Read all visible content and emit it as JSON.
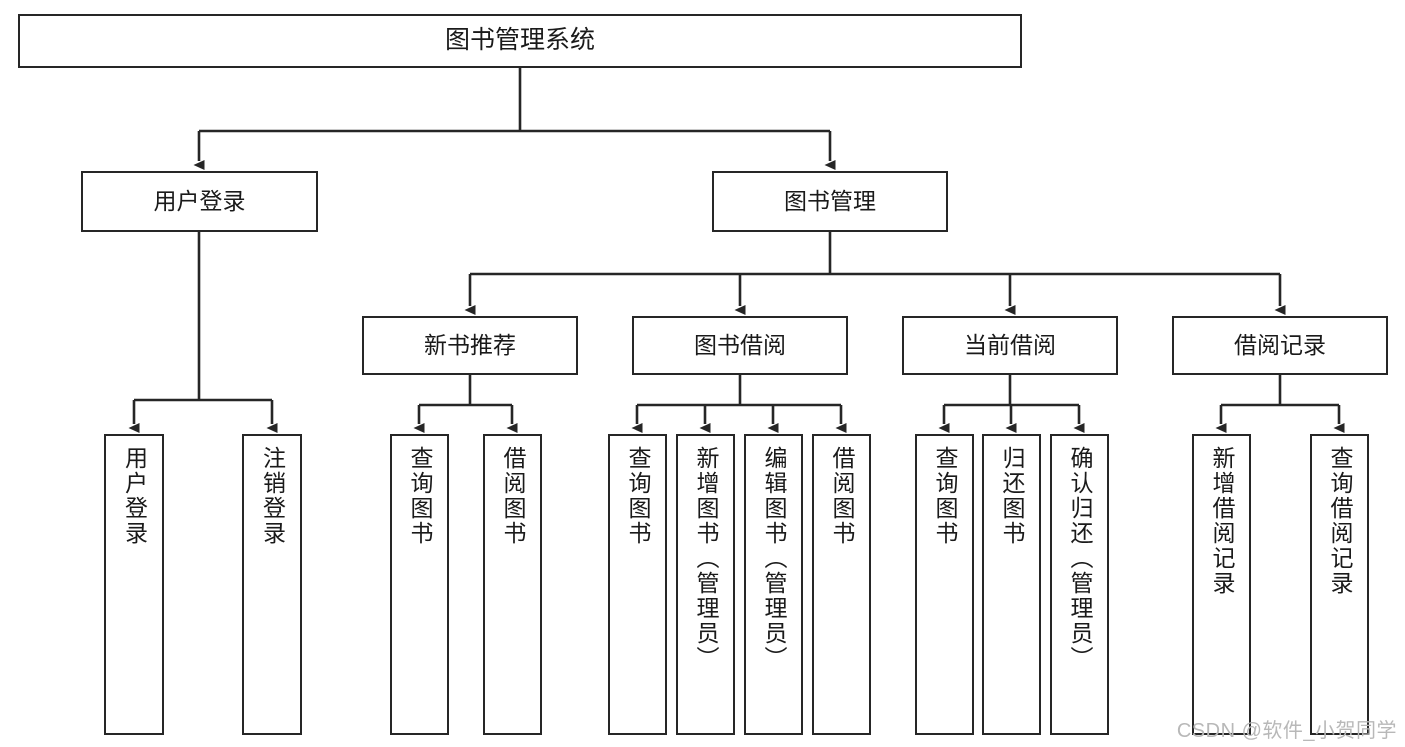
{
  "diagram": {
    "title": "图书管理系统",
    "type": "tree",
    "root": {
      "label": "图书管理系统"
    },
    "level2": [
      {
        "label": "用户登录"
      },
      {
        "label": "图书管理"
      }
    ],
    "level3": [
      {
        "label": "新书推荐"
      },
      {
        "label": "图书借阅"
      },
      {
        "label": "当前借阅"
      },
      {
        "label": "借阅记录"
      }
    ],
    "leaves": {
      "user_login": [
        {
          "label": "用户登录"
        },
        {
          "label": "注销登录"
        }
      ],
      "new_book_recommend": [
        {
          "label": "查询图书"
        },
        {
          "label": "借阅图书"
        }
      ],
      "book_borrow": [
        {
          "label": "查询图书"
        },
        {
          "label": "新增图书（管理员）"
        },
        {
          "label": "编辑图书（管理员）"
        },
        {
          "label": "借阅图书"
        }
      ],
      "current_borrow": [
        {
          "label": "查询图书"
        },
        {
          "label": "归还图书"
        },
        {
          "label": "确认归还（管理员）"
        }
      ],
      "borrow_record": [
        {
          "label": "新增借阅记录"
        },
        {
          "label": "查询借阅记录"
        }
      ]
    },
    "colors": {
      "stroke": "#262626",
      "fill": "#ffffff",
      "text": "#1a1a1a",
      "watermark": "#b8b8b8"
    }
  },
  "watermark": {
    "text": "CSDN @软件_小贺同学"
  }
}
